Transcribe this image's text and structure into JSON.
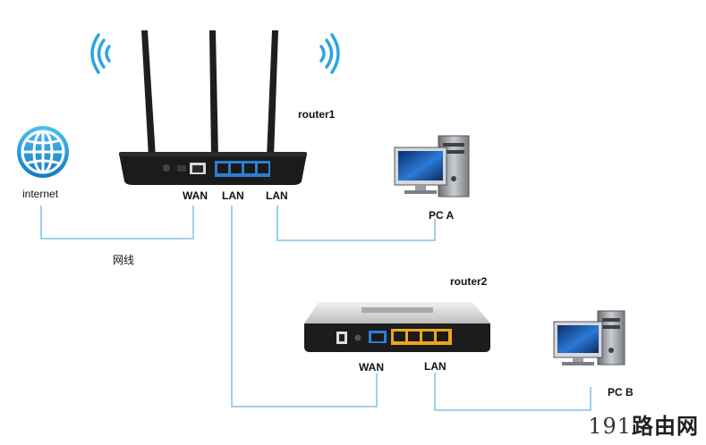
{
  "labels": {
    "internet": "internet",
    "router1": "router1",
    "router2": "router2",
    "r1_wan": "WAN",
    "r1_lan_a": "LAN",
    "r1_lan_b": "LAN",
    "r2_wan": "WAN",
    "r2_lan": "LAN",
    "pc_a": "PC A",
    "pc_b": "PC B",
    "cable": "网线"
  },
  "watermark": {
    "number": "191",
    "text": "路由网"
  },
  "colors": {
    "cable": "#9fd0ee",
    "globe": "#1a9ad6",
    "wifi": "#29a6e0",
    "router_body": "#1b1b1b",
    "router2_top": "#d9d9d9",
    "lan_port": "#e8a71c",
    "wan_port": "#2b7fd3"
  }
}
